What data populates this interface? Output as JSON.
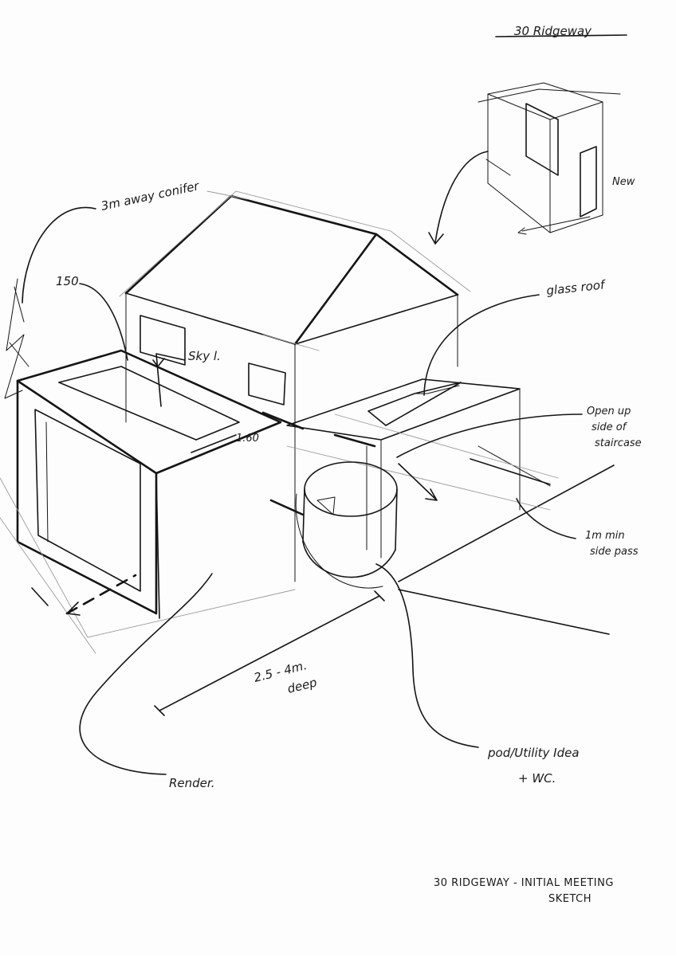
{
  "header": {
    "title": "30 Ridgeway"
  },
  "annotations": {
    "conifer": "3m away conifer",
    "dim_150": "150",
    "skylight": "Sky l.",
    "dim_160": "1.60",
    "glass_roof": "glass roof",
    "open_up": [
      "Open up",
      "side of",
      "staircase"
    ],
    "min_side": [
      "1m min",
      "side pass"
    ],
    "pod": [
      "pod/Utility Idea",
      "+ WC."
    ],
    "render": "Render.",
    "depth": [
      "2.5 - 4m.",
      "deep"
    ],
    "new_window_top": "New"
  },
  "footer": {
    "caption": [
      "30 RIDGEWAY - INITIAL MEETING",
      "SKETCH"
    ]
  }
}
